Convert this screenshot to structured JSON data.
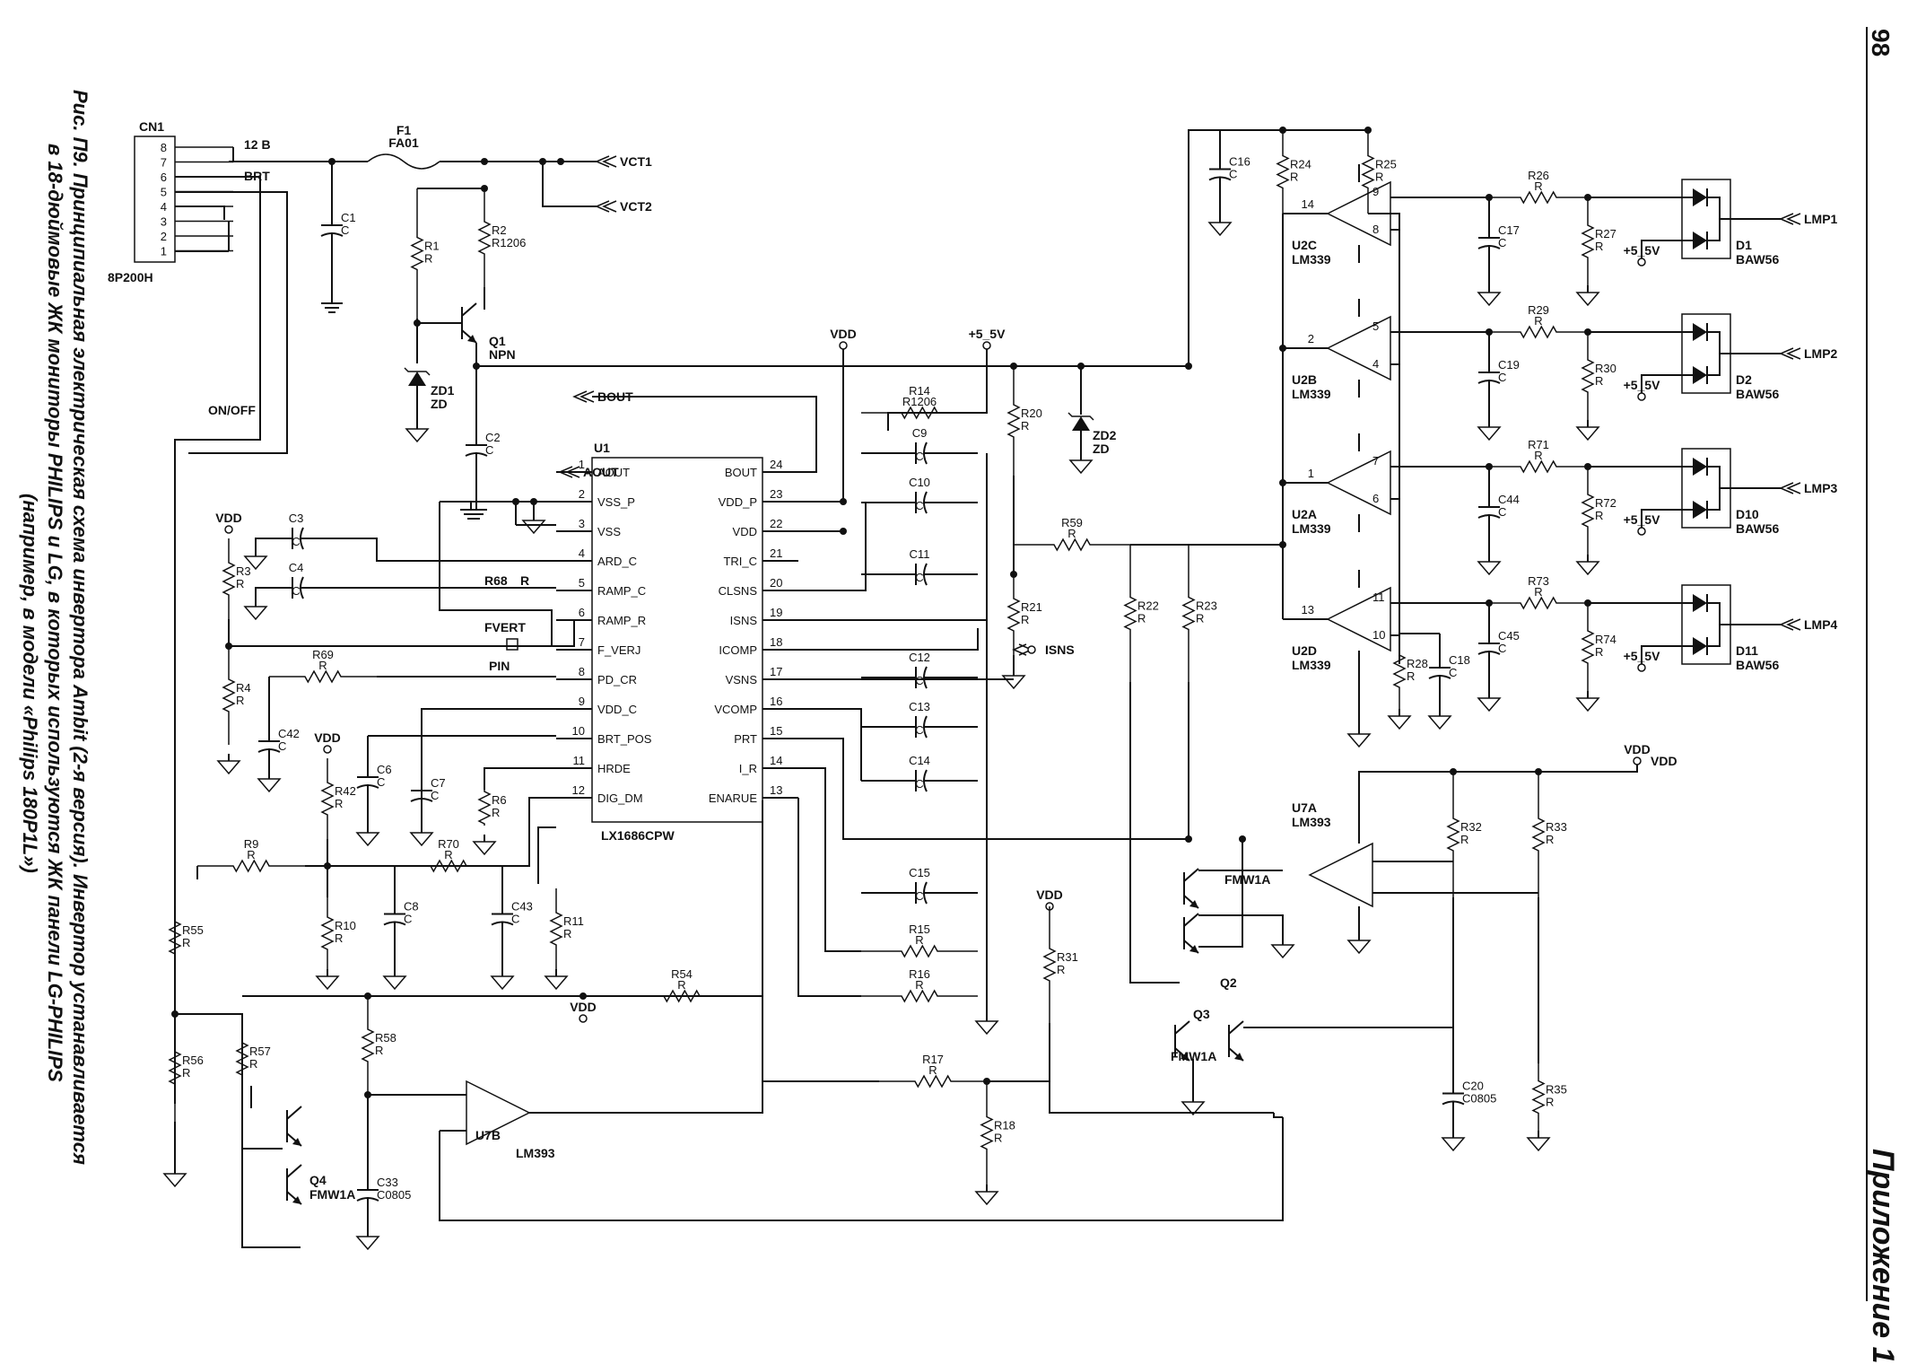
{
  "page": {
    "number": "98",
    "section": "Приложение 1",
    "caption_lines": [
      "Рис. П9. Принципиальная электрическая схема инвертора Ambit (2-я версия). Инвертор устанавливается",
      "в 18-дюймовые ЖК мониторы PHILIPS и LG, в которых используются ЖК панели LG-PHILIPS",
      "(например, в модели «Philips 180P1L»)"
    ]
  },
  "connector": {
    "name": "CN1",
    "type": "8P200H",
    "pins": [
      "8",
      "7",
      "6",
      "5",
      "4",
      "3",
      "2",
      "1"
    ],
    "net_12v": "12 B",
    "net_brt": "BRT",
    "net_onoff": "ON/OFF"
  },
  "fuse": {
    "ref": "F1",
    "value": "FA01"
  },
  "outputs": {
    "vct1": "VCT1",
    "vct2": "VCT2",
    "lmp": [
      "LMP1",
      "LMP2",
      "LMP3",
      "LMP4"
    ],
    "bout": "BOUT",
    "aout": "AOUT",
    "isns": "ISNS"
  },
  "rails": {
    "vdd": "VDD",
    "p5v": "+5_5V"
  },
  "ic": {
    "ref": "U1",
    "part": "LX1686CPW",
    "left_pins": [
      {
        "num": "1",
        "name": "AOUT"
      },
      {
        "num": "2",
        "name": "VSS_P"
      },
      {
        "num": "3",
        "name": "VSS"
      },
      {
        "num": "4",
        "name": "ARD_C"
      },
      {
        "num": "5",
        "name": "RAMP_C"
      },
      {
        "num": "6",
        "name": "RAMP_R"
      },
      {
        "num": "7",
        "name": "F_VERJ"
      },
      {
        "num": "8",
        "name": "PD_CR"
      },
      {
        "num": "9",
        "name": "VDD_C"
      },
      {
        "num": "10",
        "name": "BRT_POS"
      },
      {
        "num": "11",
        "name": "HRDE"
      },
      {
        "num": "12",
        "name": "DIG_DM"
      }
    ],
    "right_pins": [
      {
        "num": "24",
        "name": "BOUT"
      },
      {
        "num": "23",
        "name": "VDD_P"
      },
      {
        "num": "22",
        "name": "VDD"
      },
      {
        "num": "21",
        "name": "TRI_C"
      },
      {
        "num": "20",
        "name": "CLSNS"
      },
      {
        "num": "19",
        "name": "ISNS"
      },
      {
        "num": "18",
        "name": "ICOMP"
      },
      {
        "num": "17",
        "name": "VSNS"
      },
      {
        "num": "16",
        "name": "VCOMP"
      },
      {
        "num": "15",
        "name": "PRT"
      },
      {
        "num": "14",
        "name": "I_R"
      },
      {
        "num": "13",
        "name": "ENARUE"
      }
    ]
  },
  "transistors": {
    "q1": {
      "ref": "Q1",
      "type": "NPN"
    },
    "q2": {
      "ref": "Q2",
      "part": "FMW1A"
    },
    "q3": {
      "ref": "Q3",
      "part": "FMW1A"
    },
    "q4": {
      "ref": "Q4",
      "part": "FMW1A"
    }
  },
  "comparators": [
    {
      "ref": "U2C",
      "part": "LM339",
      "in_plus": "9",
      "in_minus": "8",
      "out": "14"
    },
    {
      "ref": "U2B",
      "part": "LM339",
      "in_plus": "5",
      "in_minus": "4",
      "out": "2"
    },
    {
      "ref": "U2A",
      "part": "LM339",
      "in_plus": "7",
      "in_minus": "6",
      "out": "1"
    },
    {
      "ref": "U2D",
      "part": "LM339",
      "in_plus": "11",
      "in_minus": "10",
      "out": "13"
    }
  ],
  "opamps": [
    {
      "ref": "U7A",
      "part": "LM393"
    },
    {
      "ref": "U7B",
      "part": "LM393"
    }
  ],
  "diodes": [
    {
      "ref": "D1",
      "part": "BAW56"
    },
    {
      "ref": "D2",
      "part": "BAW56"
    },
    {
      "ref": "D10",
      "part": "BAW56"
    },
    {
      "ref": "D11",
      "part": "BAW56"
    }
  ],
  "zeners": [
    {
      "ref": "ZD1",
      "value": "ZD"
    },
    {
      "ref": "ZD2",
      "value": "ZD"
    }
  ],
  "resistors": [
    {
      "ref": "R1",
      "value": "R"
    },
    {
      "ref": "R2",
      "value": "R1206"
    },
    {
      "ref": "R3",
      "value": "R"
    },
    {
      "ref": "R4",
      "value": "R"
    },
    {
      "ref": "R6",
      "value": "R"
    },
    {
      "ref": "R9",
      "value": "R"
    },
    {
      "ref": "R10",
      "value": "R"
    },
    {
      "ref": "R11",
      "value": "R"
    },
    {
      "ref": "R14",
      "value": "R1206"
    },
    {
      "ref": "R15",
      "value": "R"
    },
    {
      "ref": "R16",
      "value": "R"
    },
    {
      "ref": "R17",
      "value": "R"
    },
    {
      "ref": "R18",
      "value": "R"
    },
    {
      "ref": "R20",
      "value": "R"
    },
    {
      "ref": "R21",
      "value": "R"
    },
    {
      "ref": "R22",
      "value": "R"
    },
    {
      "ref": "R23",
      "value": "R"
    },
    {
      "ref": "R24",
      "value": "R"
    },
    {
      "ref": "R25",
      "value": "R"
    },
    {
      "ref": "R26",
      "value": "R"
    },
    {
      "ref": "R27",
      "value": "R"
    },
    {
      "ref": "R28",
      "value": "R"
    },
    {
      "ref": "R29",
      "value": "R"
    },
    {
      "ref": "R30",
      "value": "R"
    },
    {
      "ref": "R31",
      "value": "R"
    },
    {
      "ref": "R32",
      "value": "R"
    },
    {
      "ref": "R33",
      "value": "R"
    },
    {
      "ref": "R35",
      "value": "R"
    },
    {
      "ref": "R42",
      "value": "R"
    },
    {
      "ref": "R54",
      "value": "R"
    },
    {
      "ref": "R55",
      "value": "R"
    },
    {
      "ref": "R56",
      "value": "R"
    },
    {
      "ref": "R57",
      "value": "R"
    },
    {
      "ref": "R58",
      "value": "R"
    },
    {
      "ref": "R59",
      "value": "R"
    },
    {
      "ref": "R68",
      "value": "R"
    },
    {
      "ref": "R69",
      "value": "R"
    },
    {
      "ref": "R70",
      "value": "R"
    },
    {
      "ref": "R71",
      "value": "R"
    },
    {
      "ref": "R72",
      "value": "R"
    },
    {
      "ref": "R73",
      "value": "R"
    },
    {
      "ref": "R74",
      "value": "R"
    }
  ],
  "capacitors": [
    {
      "ref": "C1",
      "value": "C"
    },
    {
      "ref": "C2",
      "value": "C"
    },
    {
      "ref": "C3",
      "value": "C"
    },
    {
      "ref": "C4",
      "value": "C"
    },
    {
      "ref": "C6",
      "value": "C"
    },
    {
      "ref": "C7",
      "value": "C"
    },
    {
      "ref": "C8",
      "value": "C"
    },
    {
      "ref": "C9",
      "value": "C"
    },
    {
      "ref": "C10",
      "value": "C"
    },
    {
      "ref": "C11",
      "value": "C"
    },
    {
      "ref": "C12",
      "value": "C"
    },
    {
      "ref": "C13",
      "value": "C"
    },
    {
      "ref": "C14",
      "value": "C"
    },
    {
      "ref": "C15",
      "value": "C"
    },
    {
      "ref": "C16",
      "value": "C"
    },
    {
      "ref": "C17",
      "value": "C"
    },
    {
      "ref": "C18",
      "value": "C"
    },
    {
      "ref": "C19",
      "value": "C"
    },
    {
      "ref": "C20",
      "value": "C0805"
    },
    {
      "ref": "C33",
      "value": "C0805"
    },
    {
      "ref": "C42",
      "value": "C"
    },
    {
      "ref": "C43",
      "value": "C"
    },
    {
      "ref": "C44",
      "value": "C"
    },
    {
      "ref": "C45",
      "value": "C"
    }
  ],
  "nets": {
    "fvert": "FVERT",
    "pin": "PIN"
  }
}
